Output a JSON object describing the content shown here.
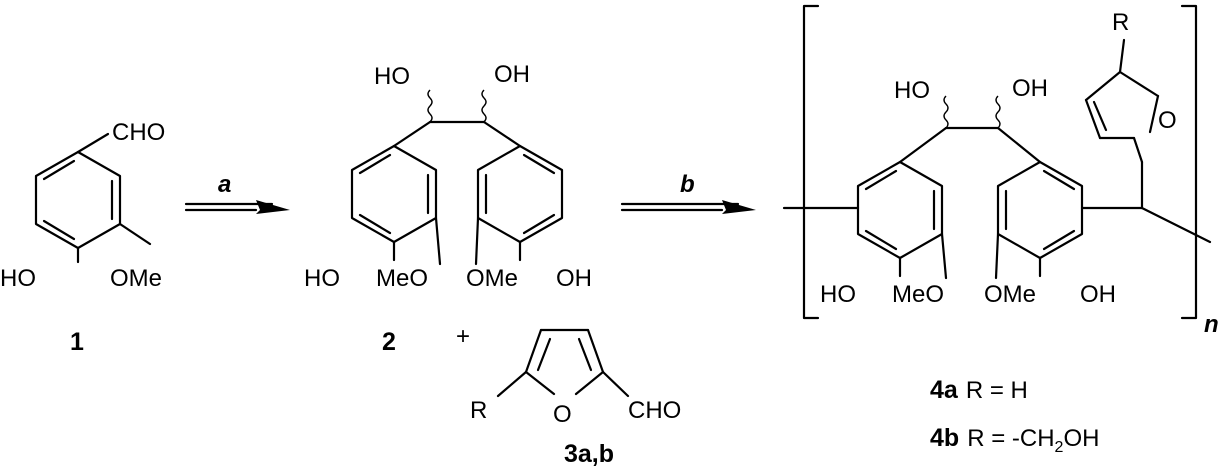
{
  "scheme": {
    "reagents": {
      "a": "a",
      "b": "b"
    },
    "plus": "+",
    "compound1": {
      "number": "1",
      "groups": {
        "cho": "CHO",
        "ho": "HO",
        "ome": "OMe"
      }
    },
    "compound2": {
      "number": "2",
      "groups": {
        "oh_left": "HO",
        "oh_right": "OH",
        "ho_bottom": "HO",
        "meo_left": "MeO",
        "ome_right": "OMe",
        "oh_bottom": "OH"
      }
    },
    "compound3": {
      "number": "3a,b",
      "groups": {
        "r": "R",
        "o": "O",
        "cho": "CHO"
      }
    },
    "polymer": {
      "repeat": "n",
      "groups": {
        "oh_left": "HO",
        "oh_right": "OH",
        "r": "R",
        "o": "O",
        "ho_bottom": "HO",
        "meo_left": "MeO",
        "ome_right": "OMe",
        "oh_bottom": "OH"
      }
    },
    "products": {
      "p4a": {
        "id": "4a",
        "text": "R = H"
      },
      "p4b": {
        "id": "4b",
        "text_main": "R = -CH",
        "subscript": "2",
        "text_end": "OH"
      }
    }
  }
}
